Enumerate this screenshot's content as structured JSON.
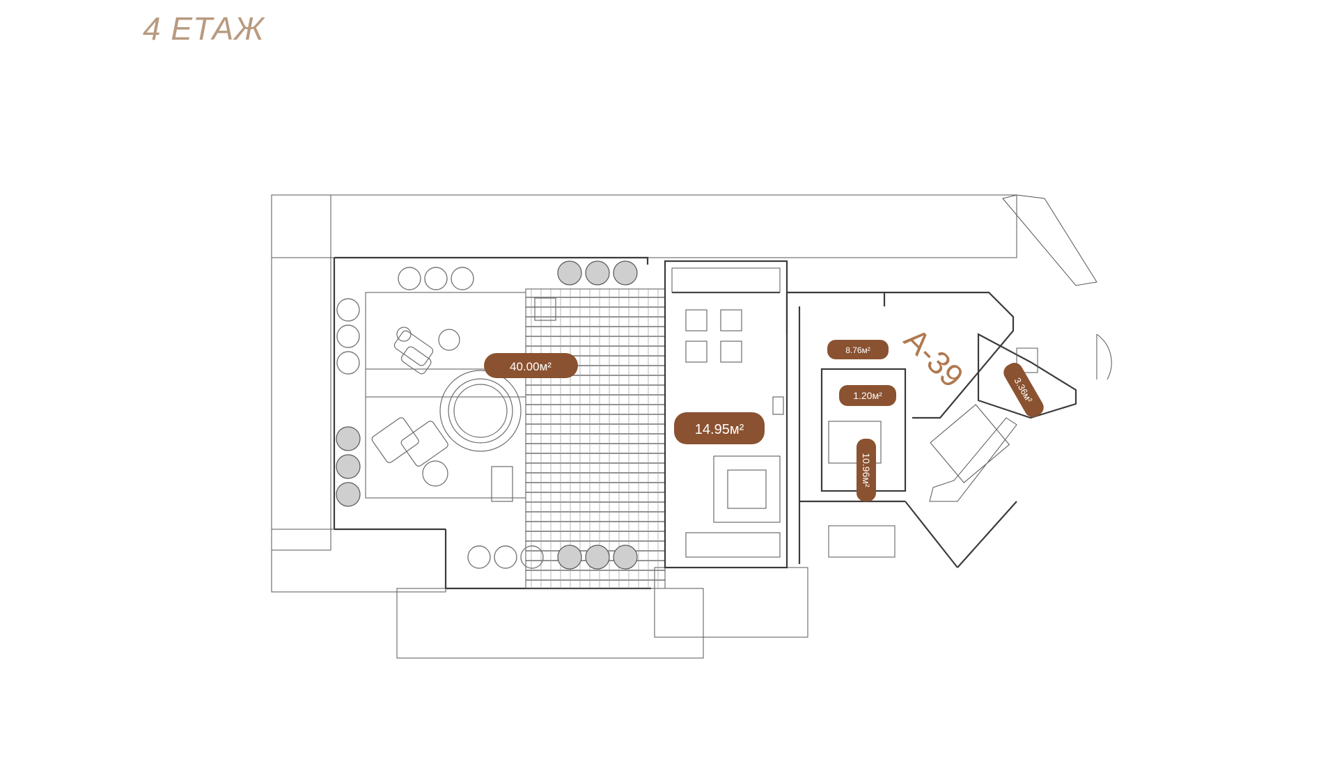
{
  "floor": {
    "title": "4 ЕТАЖ"
  },
  "apartment": {
    "label": "A-39"
  },
  "areas": {
    "terrace": "40.00м²",
    "living": "14.95м²",
    "hall": "8.76м²",
    "bath": "1.20м²",
    "bedroom": "10.96м²",
    "wc": "3.36м²"
  },
  "colors": {
    "title": "#b89a80",
    "badge": "#8a5230",
    "apartment_label": "#b0784f"
  }
}
